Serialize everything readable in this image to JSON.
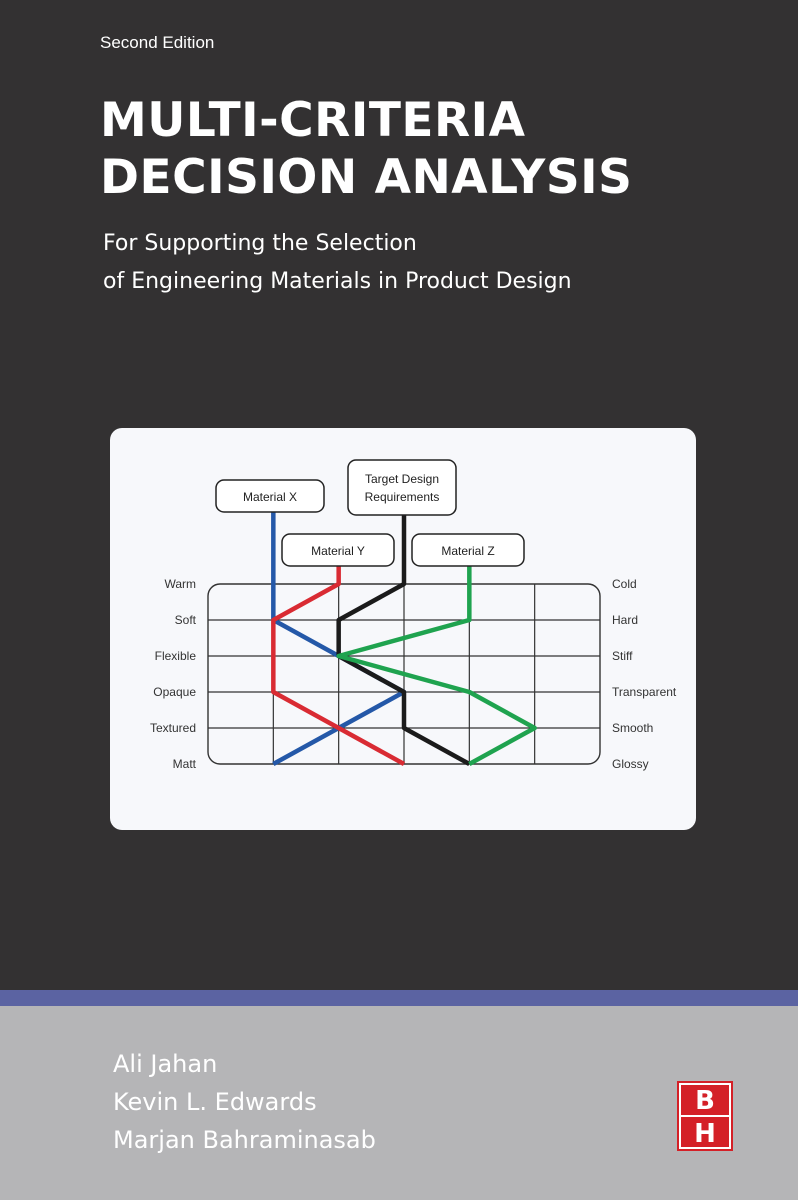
{
  "cover": {
    "edition": "Second Edition",
    "title_line1": "MULTI-CRITERIA",
    "title_line2": "DECISION ANALYSIS",
    "subtitle_line1": "For Supporting the Selection",
    "subtitle_line2": "of Engineering Materials in Product Design",
    "authors": [
      "Ali Jahan",
      "Kevin L. Edwards",
      "Marjan Bahraminasab"
    ],
    "publisher_logo": {
      "letter_top": "B",
      "letter_bottom": "H"
    }
  },
  "diagram": {
    "boxes": {
      "material_x": "Material X",
      "target_line1": "Target Design",
      "target_line2": "Requirements",
      "material_y": "Material Y",
      "material_z": "Material Z"
    },
    "left_labels": [
      "Warm",
      "Soft",
      "Flexible",
      "Opaque",
      "Textured",
      "Matt"
    ],
    "right_labels": [
      "Cold",
      "Hard",
      "Stiff",
      "Transparent",
      "Smooth",
      "Glossy"
    ],
    "series": [
      {
        "id": "material-x",
        "color": "#2458a8",
        "columns": [
          1,
          1,
          2,
          3,
          2,
          1
        ]
      },
      {
        "id": "material-y",
        "color": "#d92b33",
        "columns": [
          2,
          1,
          1,
          1,
          2,
          3
        ]
      },
      {
        "id": "target",
        "color": "#1b1b1b",
        "columns": [
          3,
          2,
          2,
          3,
          3,
          4
        ]
      },
      {
        "id": "material-z",
        "color": "#1fa34f",
        "columns": [
          4,
          4,
          2,
          4,
          5,
          4
        ]
      }
    ],
    "colors": {
      "panel": "#f7f8fb",
      "grid": "#333333",
      "text": "#333333"
    }
  },
  "colors": {
    "background": "#333132",
    "footer": "#b5b5b7",
    "rule": "#5b63a2",
    "logo_red": "#d42027"
  }
}
